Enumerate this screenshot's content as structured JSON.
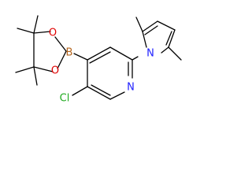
{
  "molecule": {
    "atoms": {
      "boron": "B",
      "oxygen_top": "O",
      "oxygen_bottom": "O",
      "nitrogen_pyrrole": "N",
      "nitrogen_pyridine": "N",
      "chlorine": "Cl"
    },
    "colors": {
      "bond": "#000000",
      "boron": "#b5651d",
      "oxygen": "#e00000",
      "nitrogen": "#2020ff",
      "chlorine": "#1faa1f"
    }
  }
}
